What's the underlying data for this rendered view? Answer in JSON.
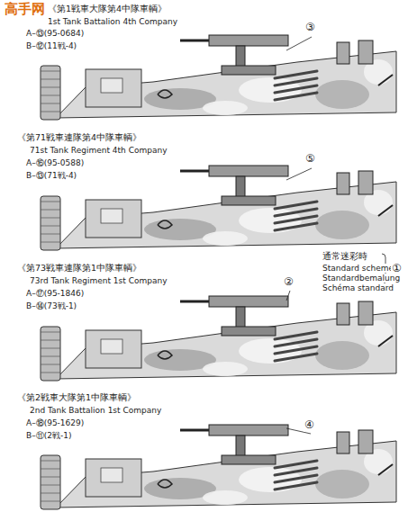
{
  "diagram": {
    "labels": [
      "高手网",
      "《第1戦車大隊第4中隊車輌》",
      "1st Tank Battalion 4th Company",
      "A–⑬(95-0684)",
      "B–⑫(11戦-4)",
      "③",
      "《第71戦車連隊第4中隊車輌》",
      "71st Tank Regiment 4th Company",
      "A–⑯(95-0588)",
      "B–⑬(71戦-4)",
      "⑤",
      "《第73戦車連隊第1中隊車輌》",
      "73rd Tank Regiment 1st Company",
      "A–⑰(95-1846)",
      "B–⑭(73戦-1)",
      "②",
      "通常迷彩時",
      "Standard scheme",
      "Standardbemalung",
      "Schéma standard",
      "①",
      "《第2戦車大隊第1中隊車輌》",
      "2nd Tank Battalion 1st Company",
      "A–⑱(95-1629)",
      "B–⑪(2戦-1)",
      "④"
    ]
  }
}
